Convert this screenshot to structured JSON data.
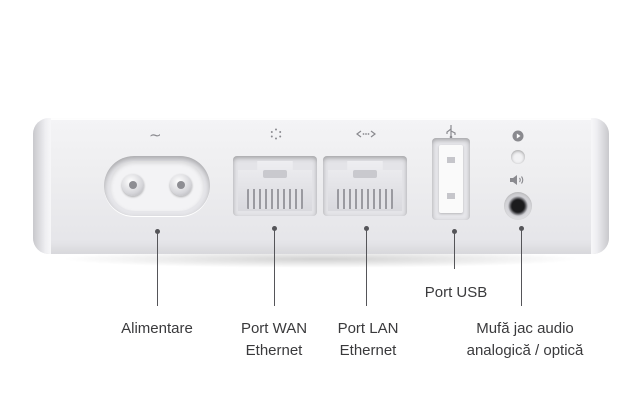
{
  "labels": {
    "power": "Alimentare",
    "wan_line1": "Port WAN",
    "wan_line2": "Ethernet",
    "lan_line1": "Port LAN",
    "lan_line2": "Ethernet",
    "usb": "Port USB",
    "audio_line1": "Mufă jac audio",
    "audio_line2": "analogică / optică"
  },
  "icons": {
    "power": "ac-tilde-icon",
    "wan": "wan-dots-icon",
    "lan": "lan-arrows-icon",
    "usb": "usb-trident-icon",
    "status": "play-status-icon",
    "audio": "speaker-icon"
  },
  "colors": {
    "device_body": "#eeeef0",
    "label_text": "#3a3a3c",
    "leader_line": "#555559"
  }
}
